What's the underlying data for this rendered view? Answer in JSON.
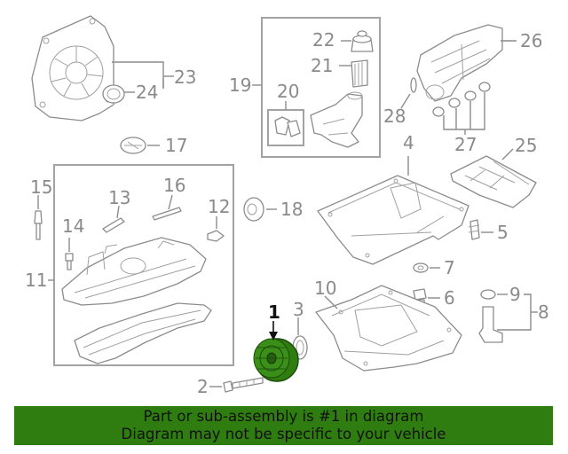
{
  "callouts": {
    "c1": "1",
    "c2": "2",
    "c3": "3",
    "c4": "4",
    "c5": "5",
    "c6": "6",
    "c7": "7",
    "c8": "8",
    "c9": "9",
    "c10": "10",
    "c11": "11",
    "c12": "12",
    "c13": "13",
    "c14": "14",
    "c15": "15",
    "c16": "16",
    "c17": "17",
    "c18": "18",
    "c19": "19",
    "c20": "20",
    "c21": "21",
    "c22": "22",
    "c23": "23",
    "c24": "24",
    "c25": "25",
    "c26": "26",
    "c27": "27",
    "c28": "28"
  },
  "highlight": {
    "part": "1",
    "color": "#2f7d11"
  },
  "banner": {
    "line1": "Part or sub-assembly is #1 in diagram",
    "line2": "Diagram may not be specific to your vehicle",
    "background": "#2f7d11"
  }
}
